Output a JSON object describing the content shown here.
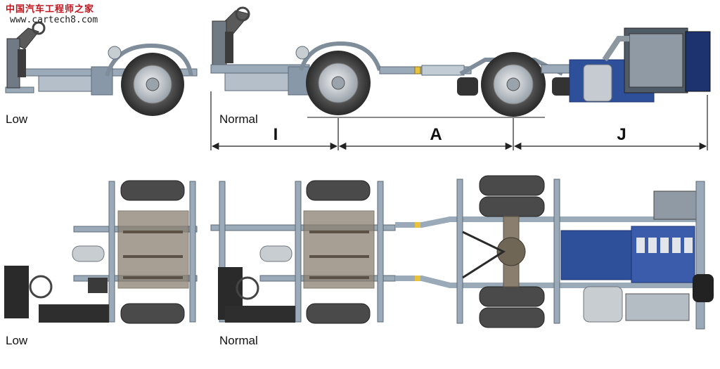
{
  "watermark": {
    "site_name_cn": "中国汽车工程师之家",
    "url": "www.cartech8.com"
  },
  "views": {
    "side_low_label": "Low",
    "side_normal_label": "Normal",
    "top_low_label": "Low",
    "top_normal_label": "Normal"
  },
  "dimensions": {
    "front_overhang": "I",
    "wheelbase": "A",
    "rear_overhang": "J"
  },
  "colors": {
    "frame": "#9aaab8",
    "frame_dark": "#5d6b78",
    "tire": "#4a4a4a",
    "tire_dark": "#2a2a2a",
    "hub": "#c8cdd2",
    "engine": "#2e4f9a",
    "engine_dark": "#1d3370",
    "suspension": "#8a7f6f",
    "accent_yellow": "#e8c23a",
    "dimension_line": "#222222"
  }
}
